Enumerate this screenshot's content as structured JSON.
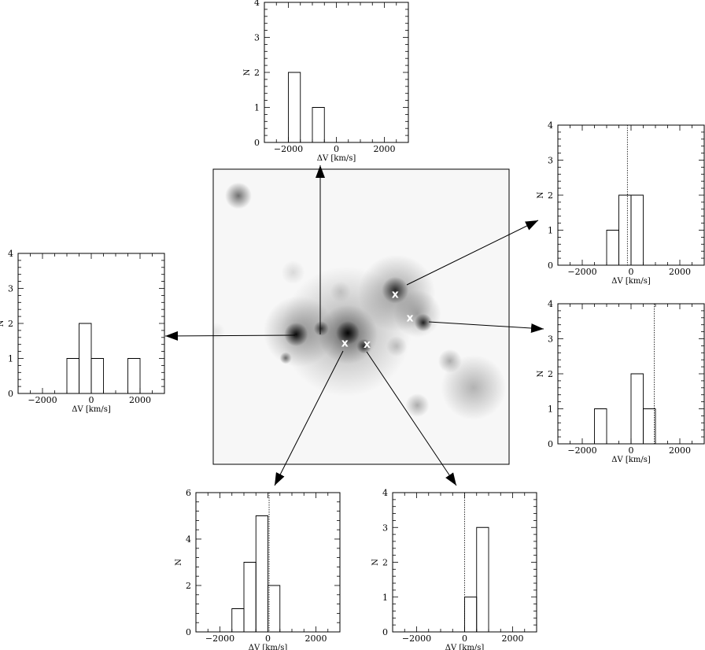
{
  "map": {
    "markers": [
      {
        "label": "x",
        "mx": 0.615,
        "my": 0.425
      },
      {
        "label": "x",
        "mx": 0.665,
        "my": 0.505
      },
      {
        "label": "x",
        "mx": 0.445,
        "my": 0.59
      },
      {
        "label": "x",
        "mx": 0.52,
        "my": 0.595
      }
    ],
    "blobs": [
      {
        "mx": 0.085,
        "my": 0.09,
        "r": 0.045,
        "s": 0.55
      },
      {
        "mx": 0.27,
        "my": 0.35,
        "r": 0.04,
        "s": 0.12
      },
      {
        "mx": 0.43,
        "my": 0.415,
        "r": 0.035,
        "s": 0.12
      },
      {
        "mx": 0.62,
        "my": 0.42,
        "r": 0.13,
        "s": 0.35
      },
      {
        "mx": 0.615,
        "my": 0.41,
        "r": 0.045,
        "s": 0.75
      },
      {
        "mx": 0.69,
        "my": 0.49,
        "r": 0.08,
        "s": 0.3
      },
      {
        "mx": 0.71,
        "my": 0.52,
        "r": 0.03,
        "s": 0.85
      },
      {
        "mx": 0.45,
        "my": 0.55,
        "r": 0.22,
        "s": 0.3
      },
      {
        "mx": 0.29,
        "my": 0.55,
        "r": 0.12,
        "s": 0.35
      },
      {
        "mx": 0.28,
        "my": 0.56,
        "r": 0.04,
        "s": 0.95
      },
      {
        "mx": 0.365,
        "my": 0.54,
        "r": 0.025,
        "s": 0.7
      },
      {
        "mx": 0.455,
        "my": 0.56,
        "r": 0.1,
        "s": 0.45
      },
      {
        "mx": 0.455,
        "my": 0.555,
        "r": 0.04,
        "s": 0.95
      },
      {
        "mx": 0.51,
        "my": 0.6,
        "r": 0.025,
        "s": 0.8
      },
      {
        "mx": 0.245,
        "my": 0.64,
        "r": 0.02,
        "s": 0.55
      },
      {
        "mx": 0.62,
        "my": 0.6,
        "r": 0.035,
        "s": 0.2
      },
      {
        "mx": 0.8,
        "my": 0.65,
        "r": 0.04,
        "s": 0.3
      },
      {
        "mx": 0.88,
        "my": 0.74,
        "r": 0.11,
        "s": 0.28
      },
      {
        "mx": 0.69,
        "my": 0.8,
        "r": 0.04,
        "s": 0.3
      },
      {
        "mx": 0.01,
        "my": 0.55,
        "r": 0.03,
        "s": 0.08
      }
    ]
  },
  "chart_data": [
    {
      "type": "histogram",
      "panel": "top",
      "xlabel": "ΔV [km/s]",
      "ylabel": "N",
      "xlim": [
        -3000,
        3000
      ],
      "ylim": [
        0,
        4
      ],
      "xticks": [
        -2000,
        0,
        2000
      ],
      "xtick_labels": [
        "−2000",
        "0",
        "2000"
      ],
      "yticks": [
        0,
        1,
        2,
        3,
        4
      ],
      "ytick_labels": [
        "0",
        "1",
        "2",
        "3",
        "4"
      ],
      "bins": [
        {
          "x0": -2000,
          "x1": -1500,
          "n": 2
        },
        {
          "x0": -1000,
          "x1": -500,
          "n": 1
        }
      ],
      "reference_line": null
    },
    {
      "type": "histogram",
      "panel": "right-upper",
      "xlabel": "ΔV [km/s]",
      "ylabel": "N",
      "xlim": [
        -3000,
        3000
      ],
      "ylim": [
        0,
        4
      ],
      "xticks": [
        -2000,
        0,
        2000
      ],
      "xtick_labels": [
        "−2000",
        "0",
        "2000"
      ],
      "yticks": [
        0,
        1,
        2,
        3,
        4
      ],
      "ytick_labels": [
        "0",
        "1",
        "2",
        "3",
        "4"
      ],
      "bins": [
        {
          "x0": -1000,
          "x1": -500,
          "n": 1
        },
        {
          "x0": -500,
          "x1": 0,
          "n": 2
        },
        {
          "x0": 0,
          "x1": 500,
          "n": 2
        }
      ],
      "reference_line": -150
    },
    {
      "type": "histogram",
      "panel": "left",
      "xlabel": "ΔV [km/s]",
      "ylabel": "N",
      "xlim": [
        -3000,
        3000
      ],
      "ylim": [
        0,
        4
      ],
      "xticks": [
        -2000,
        0,
        2000
      ],
      "xtick_labels": [
        "−2000",
        "0",
        "2000"
      ],
      "yticks": [
        0,
        1,
        2,
        3,
        4
      ],
      "ytick_labels": [
        "0",
        "1",
        "2",
        "3",
        "4"
      ],
      "bins": [
        {
          "x0": -1000,
          "x1": -500,
          "n": 1
        },
        {
          "x0": -500,
          "x1": 0,
          "n": 2
        },
        {
          "x0": 0,
          "x1": 500,
          "n": 1
        },
        {
          "x0": 1500,
          "x1": 2000,
          "n": 1
        }
      ],
      "reference_line": null
    },
    {
      "type": "histogram",
      "panel": "right-lower",
      "xlabel": "ΔV [km/s]",
      "ylabel": "N",
      "xlim": [
        -3000,
        3000
      ],
      "ylim": [
        0,
        4
      ],
      "xticks": [
        -2000,
        0,
        2000
      ],
      "xtick_labels": [
        "−2000",
        "0",
        "2000"
      ],
      "yticks": [
        0,
        1,
        2,
        3,
        4
      ],
      "ytick_labels": [
        "0",
        "1",
        "2",
        "3",
        "4"
      ],
      "bins": [
        {
          "x0": -1500,
          "x1": -1000,
          "n": 1
        },
        {
          "x0": 0,
          "x1": 500,
          "n": 2
        },
        {
          "x0": 500,
          "x1": 1000,
          "n": 1
        }
      ],
      "reference_line": 950
    },
    {
      "type": "histogram",
      "panel": "bottom-left",
      "xlabel": "ΔV [km/s]",
      "ylabel": "N",
      "xlim": [
        -3000,
        3000
      ],
      "ylim": [
        0,
        6
      ],
      "xticks": [
        -2000,
        0,
        2000
      ],
      "xtick_labels": [
        "−2000",
        "0",
        "2000"
      ],
      "yticks": [
        0,
        2,
        4,
        6
      ],
      "ytick_labels": [
        "0",
        "2",
        "4",
        "6"
      ],
      "bins": [
        {
          "x0": -1500,
          "x1": -1000,
          "n": 1
        },
        {
          "x0": -1000,
          "x1": -500,
          "n": 3
        },
        {
          "x0": -500,
          "x1": 0,
          "n": 5
        },
        {
          "x0": 0,
          "x1": 500,
          "n": 2
        }
      ],
      "reference_line": 50
    },
    {
      "type": "histogram",
      "panel": "bottom-right",
      "xlabel": "ΔV [km/s]",
      "ylabel": "N",
      "xlim": [
        -3000,
        3000
      ],
      "ylim": [
        0,
        4
      ],
      "xticks": [
        -2000,
        0,
        2000
      ],
      "xtick_labels": [
        "−2000",
        "0",
        "2000"
      ],
      "yticks": [
        0,
        1,
        2,
        3,
        4
      ],
      "ytick_labels": [
        "0",
        "1",
        "2",
        "3",
        "4"
      ],
      "bins": [
        {
          "x0": 0,
          "x1": 500,
          "n": 1
        },
        {
          "x0": 500,
          "x1": 1000,
          "n": 3
        }
      ],
      "reference_line": 0
    }
  ]
}
